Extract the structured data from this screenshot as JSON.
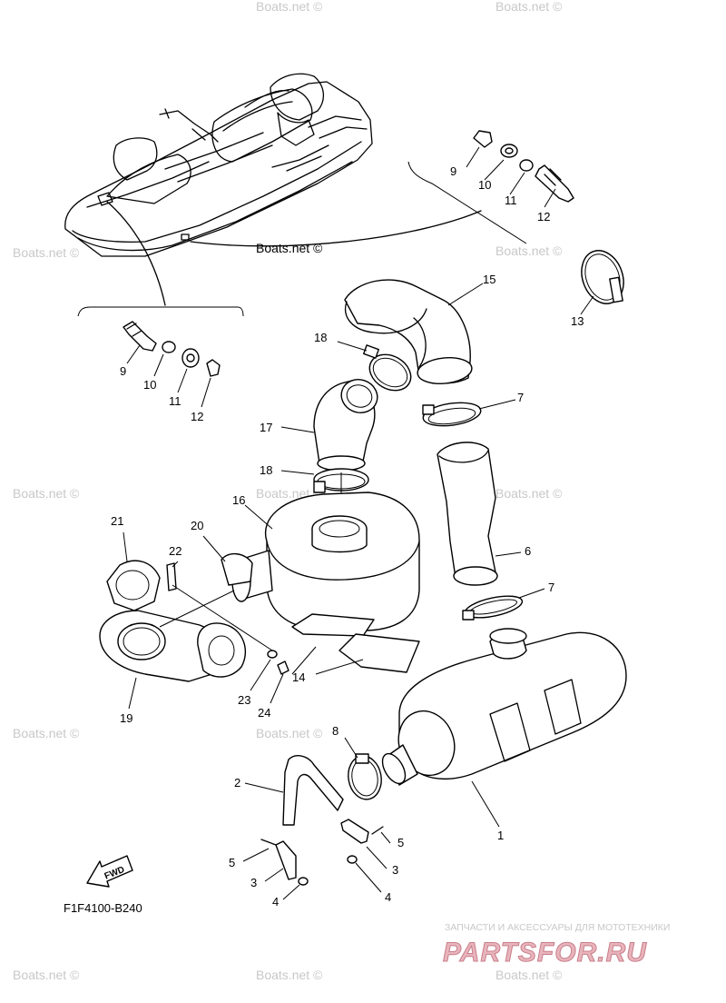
{
  "diagram": {
    "drawing_code": "F1F4100-B240",
    "fwd_label": "FWD",
    "watermark": "Boats.net ©",
    "brand_tagline": "ЗАПЧАСТИ И АКСЕССУАРЫ ДЛЯ МОТОТЕХНИКИ",
    "brand_name": "PARTSFOR.RU",
    "callouts": [
      {
        "id": "c9a",
        "label": "9"
      },
      {
        "id": "c10a",
        "label": "10"
      },
      {
        "id": "c11a",
        "label": "11"
      },
      {
        "id": "c12a",
        "label": "12"
      },
      {
        "id": "c9b",
        "label": "9"
      },
      {
        "id": "c10b",
        "label": "10"
      },
      {
        "id": "c11b",
        "label": "11"
      },
      {
        "id": "c12b",
        "label": "12"
      },
      {
        "id": "c13",
        "label": "13"
      },
      {
        "id": "c15",
        "label": "15"
      },
      {
        "id": "c18a",
        "label": "18"
      },
      {
        "id": "c7a",
        "label": "7"
      },
      {
        "id": "c17",
        "label": "17"
      },
      {
        "id": "c18b",
        "label": "18"
      },
      {
        "id": "c16",
        "label": "16"
      },
      {
        "id": "c21",
        "label": "21"
      },
      {
        "id": "c20",
        "label": "20"
      },
      {
        "id": "c22",
        "label": "22"
      },
      {
        "id": "c6",
        "label": "6"
      },
      {
        "id": "c7b",
        "label": "7"
      },
      {
        "id": "c14",
        "label": "14"
      },
      {
        "id": "c23",
        "label": "23"
      },
      {
        "id": "c24",
        "label": "24"
      },
      {
        "id": "c19",
        "label": "19"
      },
      {
        "id": "c8",
        "label": "8"
      },
      {
        "id": "c1",
        "label": "1"
      },
      {
        "id": "c2",
        "label": "2"
      },
      {
        "id": "c5a",
        "label": "5"
      },
      {
        "id": "c3a",
        "label": "3"
      },
      {
        "id": "c4a",
        "label": "4"
      },
      {
        "id": "c5b",
        "label": "5"
      },
      {
        "id": "c3b",
        "label": "3"
      },
      {
        "id": "c4b",
        "label": "4"
      }
    ]
  }
}
